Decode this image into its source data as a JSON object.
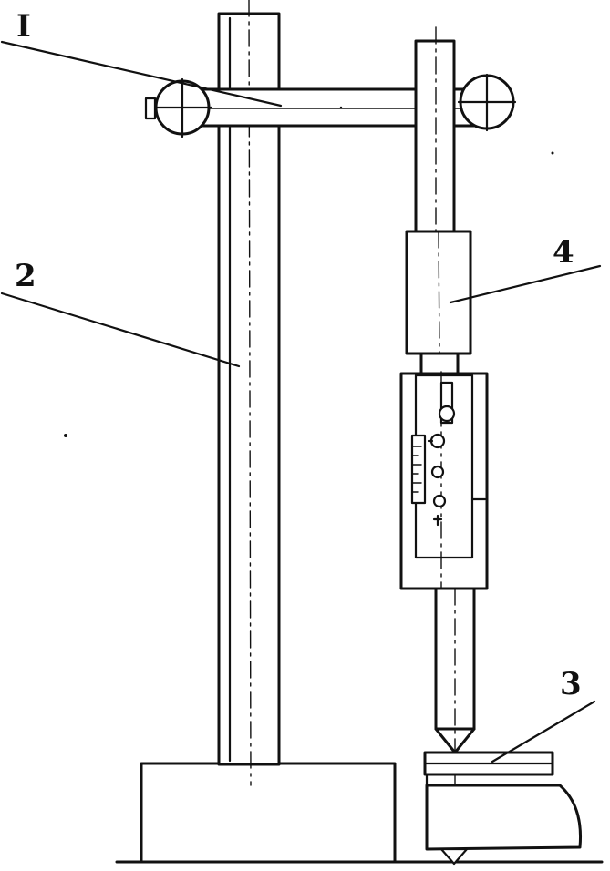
{
  "labels": {
    "part_1": "I",
    "part_2": "2",
    "part_3": "3",
    "part_4": "4"
  },
  "colors": {
    "ink": "#111111",
    "paper": "#ffffff"
  }
}
